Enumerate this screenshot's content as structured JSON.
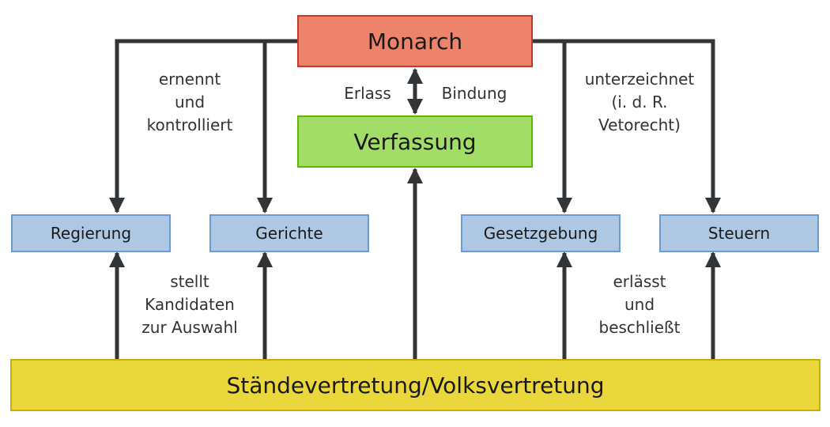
{
  "colors": {
    "monarch_fill": "#ee836b",
    "monarch_border": "#c0392b",
    "verfassung_fill": "#a2de67",
    "verfassung_border": "#5cb800",
    "branch_fill": "#aec8e4",
    "branch_border": "#6b9bd1",
    "parliament_fill": "#e9d73b",
    "parliament_border": "#c6b000",
    "arrow": "#323538"
  },
  "nodes": {
    "monarch": "Monarch",
    "verfassung": "Verfassung",
    "regierung": "Regierung",
    "gerichte": "Gerichte",
    "gesetzgebung": "Gesetzgebung",
    "steuern": "Steuern",
    "parliament": "Ständevertretung/Volksvertretung"
  },
  "edge_labels": {
    "erlass": "Erlass",
    "bindung": "Bindung",
    "ernennt": [
      "ernennt",
      "und",
      "kontrolliert"
    ],
    "unterzeichnet": [
      "unterzeichnet",
      "(i. d. R.",
      "Vetorecht)"
    ],
    "stellt": [
      "stellt",
      "Kandidaten",
      "zur Auswahl"
    ],
    "erlaesst": [
      "erlässt",
      "und",
      "beschließt"
    ]
  }
}
